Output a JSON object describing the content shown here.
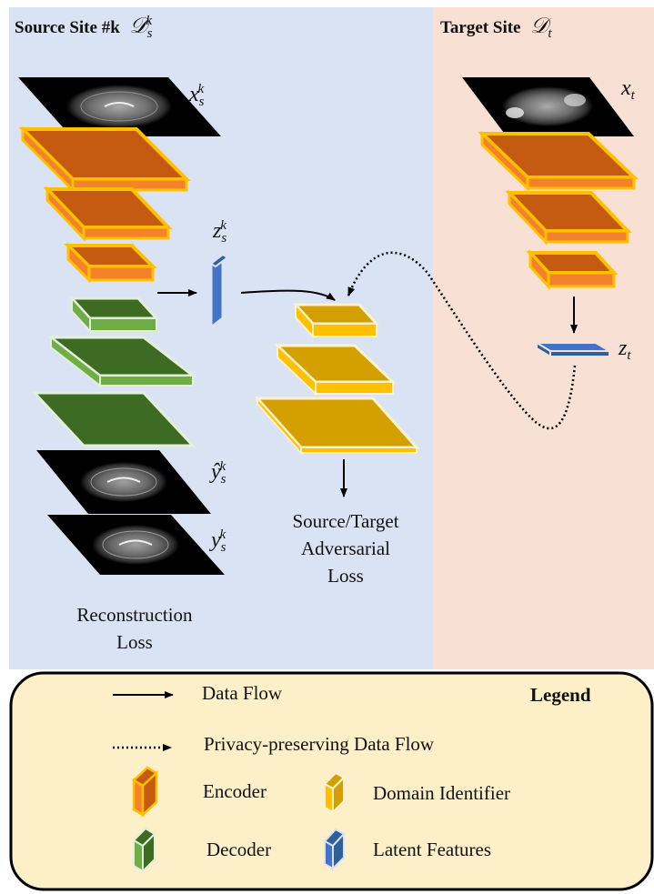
{
  "source_site": {
    "title": "Source Site #k",
    "symbol": "𝒟",
    "symbol_sub": "s",
    "symbol_sup": "k"
  },
  "target_site": {
    "title": "Target Site",
    "symbol": "𝒟",
    "symbol_sub": "t"
  },
  "labels": {
    "x_s": {
      "base": "x",
      "sub": "s",
      "sup": "k"
    },
    "z_s": {
      "base": "z",
      "sub": "s",
      "sup": "k"
    },
    "yhat_s": {
      "base": "ŷ",
      "sub": "s",
      "sup": "k"
    },
    "y_s": {
      "base": "y",
      "sub": "s",
      "sup": "k"
    },
    "x_t": {
      "base": "x",
      "sub": "t"
    },
    "z_t": {
      "base": "z",
      "sub": "t"
    }
  },
  "captions": {
    "adversarial_1": "Source/Target",
    "adversarial_2": "Adversarial",
    "adversarial_3": "Loss",
    "reconstruction_1": "Reconstruction",
    "reconstruction_2": "Loss"
  },
  "legend": {
    "title": "Legend",
    "data_flow": "Data Flow",
    "privacy_flow": "Privacy-preserving Data Flow",
    "encoder": "Encoder",
    "domain_identifier": "Domain Identifier",
    "decoder": "Decoder",
    "latent_features": "Latent Features"
  },
  "colors": {
    "source_bg": "#dae3f3",
    "target_bg": "#f9e0d4",
    "legend_bg": "#fdf0c8",
    "encoder_top": "#c55a11",
    "encoder_side": "#f4822a",
    "encoder_border": "#ffc000",
    "decoder_top": "#3e6b23",
    "decoder_side": "#70ad47",
    "decoder_border": "#e2f0d9",
    "domain_top": "#d4a000",
    "domain_side": "#ffc000",
    "domain_border": "#fff2cc",
    "latent_dark": "#2e5f9b",
    "latent_light": "#4472c4"
  }
}
